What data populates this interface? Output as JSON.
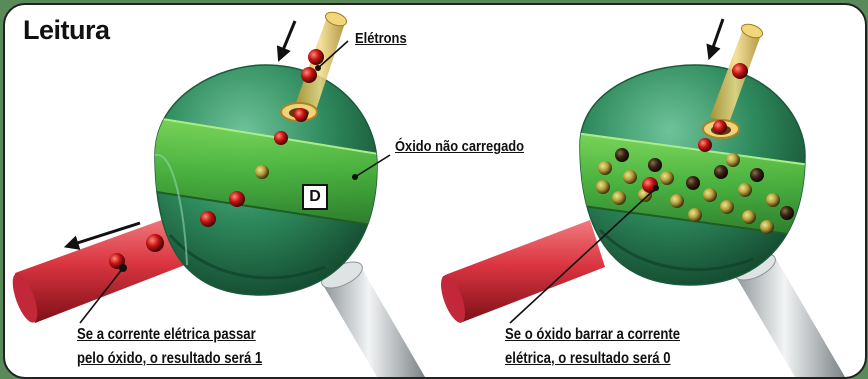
{
  "title": "Leitura",
  "labels": {
    "electrons": "Elétrons",
    "uncharged_oxide": "Óxido não carregado",
    "region_letter": "D"
  },
  "captions": {
    "left_line1": "Se a corrente elétrica passar",
    "left_line2": "pelo óxido, o resultado será 1",
    "right_line1": "Se o óxido barrar a corrente",
    "right_line2": "elétrica, o resultado será 0"
  },
  "colors": {
    "background": "#5b8a5a",
    "panel": "#ffffff",
    "drum": "#2f8f5f",
    "oxide_band": "#5fc24a",
    "electron": "#c81414",
    "trapped_electron": "#b7a33a",
    "red_beam": "#d9343f",
    "feed_tube": "#e4c35a",
    "probe": "#cfd4d6"
  }
}
